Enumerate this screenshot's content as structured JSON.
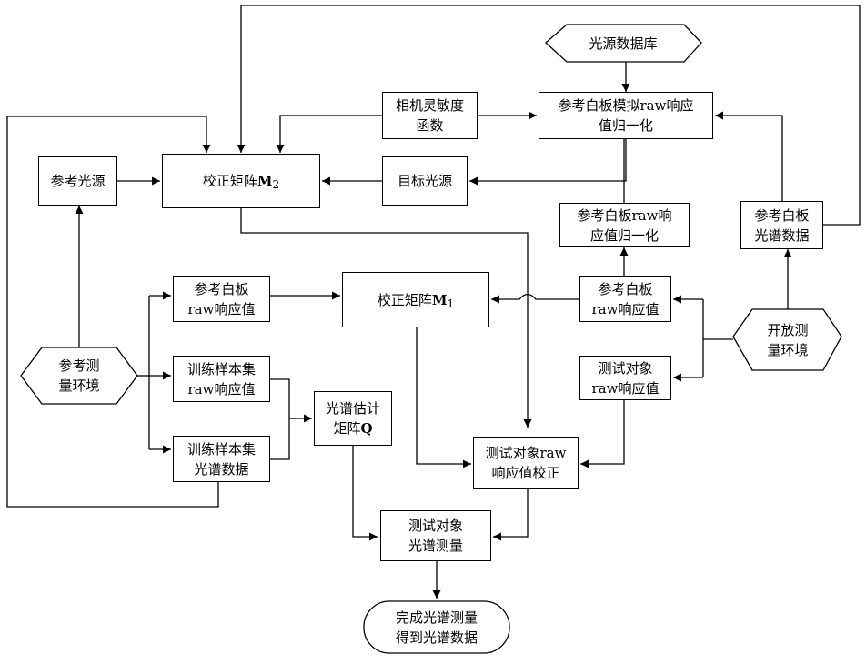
{
  "nodes": {
    "light_db": [
      "光源数据库"
    ],
    "camera_sens": [
      "相机灵敏度",
      "函数"
    ],
    "ref_sim_norm": [
      "参考白板模拟raw响应",
      "值归一化"
    ],
    "ref_light": [
      "参考光源"
    ],
    "calib_m2": {
      "prefix": "校正矩阵",
      "bold": "M",
      "sub": "2"
    },
    "target_light": [
      "目标光源"
    ],
    "ref_raw_norm": [
      "参考白板raw响",
      "应值归一化"
    ],
    "ref_spec_data": [
      "参考白板",
      "光谱数据"
    ],
    "ref_raw_left": [
      "参考白板",
      "raw响应值"
    ],
    "calib_m1": {
      "prefix": "校正矩阵",
      "bold": "M",
      "sub": "1"
    },
    "ref_raw_right": [
      "参考白板",
      "raw响应值"
    ],
    "open_env": [
      "开放测",
      "量环境"
    ],
    "ref_env": [
      "参考测",
      "量环境"
    ],
    "train_raw": [
      "训练样本集",
      "raw响应值"
    ],
    "spec_est": {
      "line1": "光谱估计",
      "prefix": "矩阵",
      "bold": "Q"
    },
    "test_raw": [
      "测试对象",
      "raw响应值"
    ],
    "train_spec": [
      "训练样本集",
      "光谱数据"
    ],
    "test_correct": [
      "测试对象raw",
      "响应值校正"
    ],
    "test_measure": [
      "测试对象",
      "光谱测量"
    ],
    "final": [
      "完成光谱测量",
      "得到光谱数据"
    ]
  }
}
